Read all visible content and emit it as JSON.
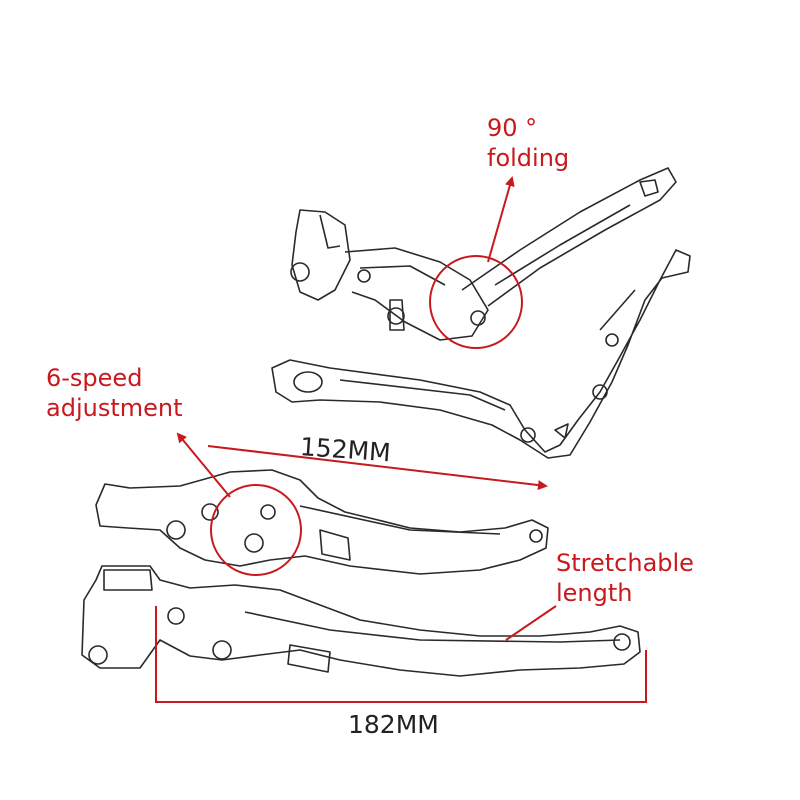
{
  "labels": {
    "folding_angle": "90 °",
    "folding": "folding",
    "speed_line1": "6-speed",
    "speed_line2": "adjustment",
    "length_short": "152MM",
    "stretch_line1": "Stretchable",
    "stretch_line2": "length",
    "length_long": "182MM"
  },
  "colors": {
    "annotation": "#c8191e",
    "outline": "#2a2a2a",
    "dimension_text": "#222222"
  }
}
